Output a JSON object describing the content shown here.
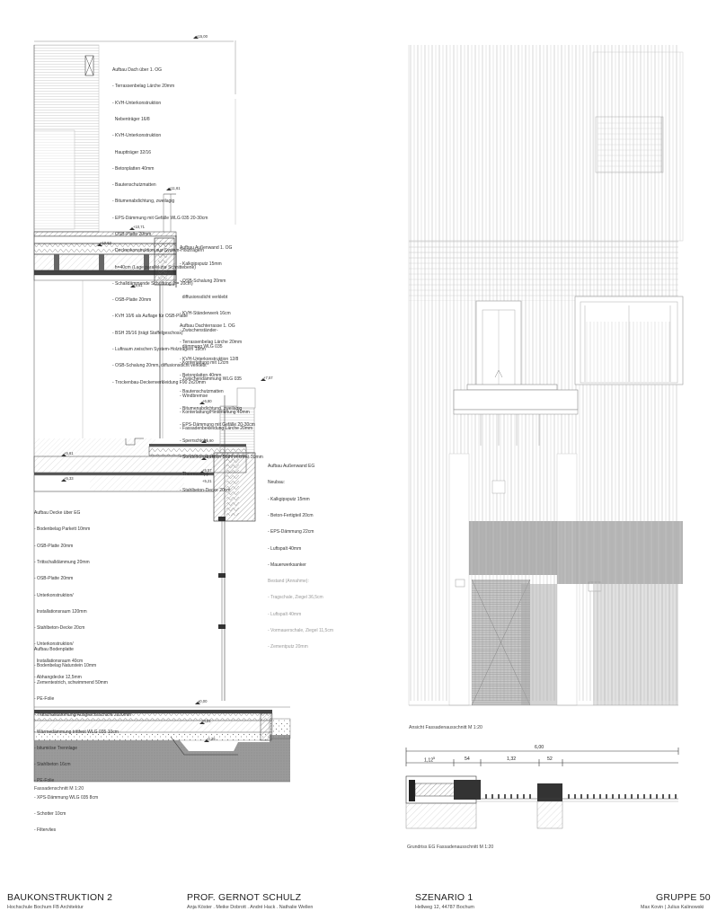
{
  "levels": {
    "top": "+15,00",
    "roof_edge": "+11,61",
    "l1": "+10,71",
    "l2": "+10,62",
    "l3": "+9,61",
    "terrace_top": "+7,57",
    "terrace_a": "+6,80",
    "terrace_b": "+5,90",
    "terrace_c": "+5,77",
    "floor_a": "+5,61",
    "floor_b": "+5,57",
    "floor_c": "+5,33",
    "floor_d": "+5,21",
    "ground_a": "±0,00",
    "ground_b": "-0,31",
    "ground_c": "-0,35"
  },
  "notes": {
    "roof": {
      "title": "Aufbau Dach über 1. OG",
      "items": [
        "- Terrassenbelag Lärche 20mm",
        "- KVH-Unterkonstruktion",
        "  Nebenträger 16/8",
        "- KVH-Unterkonstruktion",
        "  Hauptträger 32/16",
        "- Betonplatten 40mm",
        "- Bautenschutzmatten",
        "- Bitumenabdichtung, zweilagig",
        "- EPS-Dämmung mit Gefälle WLG 035 20-30cm",
        "- OSB-Platte 20mm",
        "- Deckenkonstruktion aus System-Holzträgern",
        "  h=40cm (Lage parallel zur Schnittebene)",
        "- Schalldämmende Schüttung (h= 20cm)",
        "- OSB-Platte 20mm",
        "- KVH 10/6 als Auflage für OSB-Platte",
        "- BSH 35/16 (trägt Staffelgeschoss)",
        "- Luftraum zwischen System-Holzträgern 18cm",
        "- OSB-Schalung 20mm, diffusionsdicht verklebt",
        "- Trockenbau-Deckenverkleidung F90 2x20mm"
      ]
    },
    "wall_og": {
      "title": "Aufbau Außenwand 1. OG",
      "items": [
        "- Kalkgipsputz 15mm",
        "- OSB-Schalung 20mm",
        "  diffusionsdicht verklebt",
        "- KVH-Ständerwerk 16cm",
        "- Zwischenständer-",
        "  dämmung WLG 035",
        "- Konterlattung mit 12cm",
        "- Zwischendämmung WLG 035",
        "- Windbremse",
        "- Konterlattung/Hinterlüftung 40mm",
        "- Fassadenbekleidung Lärche 20mm"
      ]
    },
    "terrace": {
      "title": "Aufbau Dachterrasse 1. OG",
      "items": [
        "- Terrassenbelag Lärche 20mm",
        "- KVH-Unterkonstruktion 12/8",
        "- Betonplatten 40mm",
        "- Bautenschutzmatten",
        "- Bitumenabdichtung, zweilagig",
        "- EPS-Dämmung mit Gefälle 20-30cm",
        "- Sperrschicht",
        "- Sonderkonstruktion Stahl verzinkt 30mm",
        "- Thermostopp",
        "- Stahlbeton-Decke 20cm"
      ]
    },
    "wall_eg": {
      "title": "Aufbau Außenwand EG",
      "subtitle": "Neubau:",
      "items": [
        "- Kalkgipsputz 15mm",
        "- Beton-Fertigteil 20cm",
        "- EPS-Dämmung 22cm",
        "- Luftspalt 40mm",
        "- Mauerwerksanker"
      ],
      "existing_title": "Bestand (Annahme):",
      "existing_items": [
        "- Tragschale, Ziegel 36,5cm",
        "- Luftspalt 40mm",
        "- Vormauerschale, Ziegel 11,5cm",
        "- Zementputz 20mm"
      ]
    },
    "ceiling_eg": {
      "title": "Aufbau Decke über EG",
      "items": [
        "- Bodenbelag Parkett 10mm",
        "- OSB-Platte 20mm",
        "- Trittschalldämmung 20mm",
        "- OSB-Platte 20mm",
        "- Unterkonstruktion/",
        "  Installationsraum 120mm",
        "- Stahlbeton-Decke 20cm",
        "- Unterkonstruktion/",
        "  Installationsraum 40cm",
        "- Abhangdecke 12,5mm"
      ]
    },
    "slab": {
      "title": "Aufbau Bodenplatte",
      "items": [
        "- Bodenbelag Naturstein 10mm",
        "- Zementestrich, schwimmend 50mm",
        "- PE-Folie",
        "- Trittschalldämmung/Ausgleichsschicht 2x20mm",
        "- Wärmedämmung trittfest WLG 035 10cm",
        "- bitumiöse Trennlage",
        "- Stahlbeton 16cm",
        "- PE-Folie",
        "- XPS-Dämmung WLG 035 8cm",
        "- Schotter 10cm",
        "- Filtervlies"
      ]
    }
  },
  "captions": {
    "section": "Fassadenschnitt M 1:20",
    "elevation": "Ansicht Fassadenausschnitt M 1:20",
    "plan": "Grundriss EG Fassadenausschnitt M 1:20"
  },
  "dimensions": {
    "total": "6,00",
    "d1": "1,12",
    "d1_sup": "5",
    "d2": "54",
    "d3": "1,32",
    "d4": "52"
  },
  "footer": {
    "course": "BAUKONSTRUKTION 2",
    "school": "Hochschule Bochum FB Architektur",
    "prof": "PROF. GERNOT SCHULZ",
    "staff": "Anja Köster . Meike Dobrott . André Hack . Nathalie Wellen",
    "scenario": "SZENARIO 1",
    "address": "Hellweg 12, 44787 Bochum",
    "group": "GRUPPE 50",
    "members": "Max Kovin | Julius Kalinowski"
  }
}
